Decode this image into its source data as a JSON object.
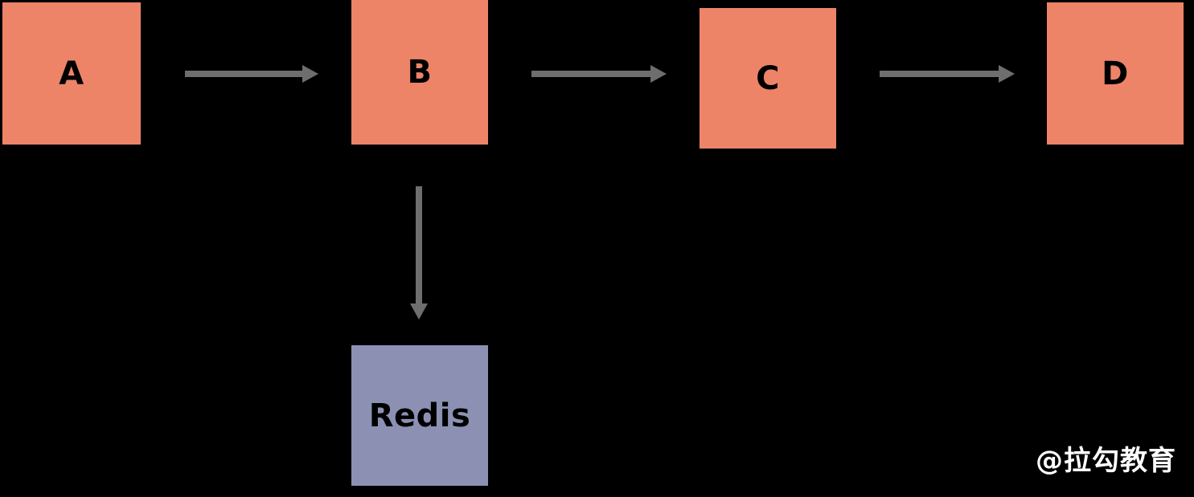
{
  "diagram": {
    "type": "flow-diagram",
    "background_color": "#000000",
    "nodes": [
      {
        "id": "a",
        "label": "A",
        "color": "#ED8468",
        "role": "service"
      },
      {
        "id": "b",
        "label": "B",
        "color": "#ED8468",
        "role": "service"
      },
      {
        "id": "c",
        "label": "C",
        "color": "#ED8468",
        "role": "service"
      },
      {
        "id": "d",
        "label": "D",
        "color": "#ED8468",
        "role": "service"
      },
      {
        "id": "redis",
        "label": "Redis",
        "color": "#8C91B4",
        "role": "datastore"
      }
    ],
    "edges": [
      {
        "from": "A",
        "to": "B",
        "direction": "right",
        "color": "#6E6E6E"
      },
      {
        "from": "B",
        "to": "C",
        "direction": "right",
        "color": "#6E6E6E"
      },
      {
        "from": "C",
        "to": "D",
        "direction": "right",
        "color": "#6E6E6E"
      },
      {
        "from": "B",
        "to": "Redis",
        "direction": "down",
        "color": "#6E6E6E"
      }
    ]
  },
  "watermark": {
    "text": "@拉勾教育",
    "color": "#FFFFFF"
  }
}
